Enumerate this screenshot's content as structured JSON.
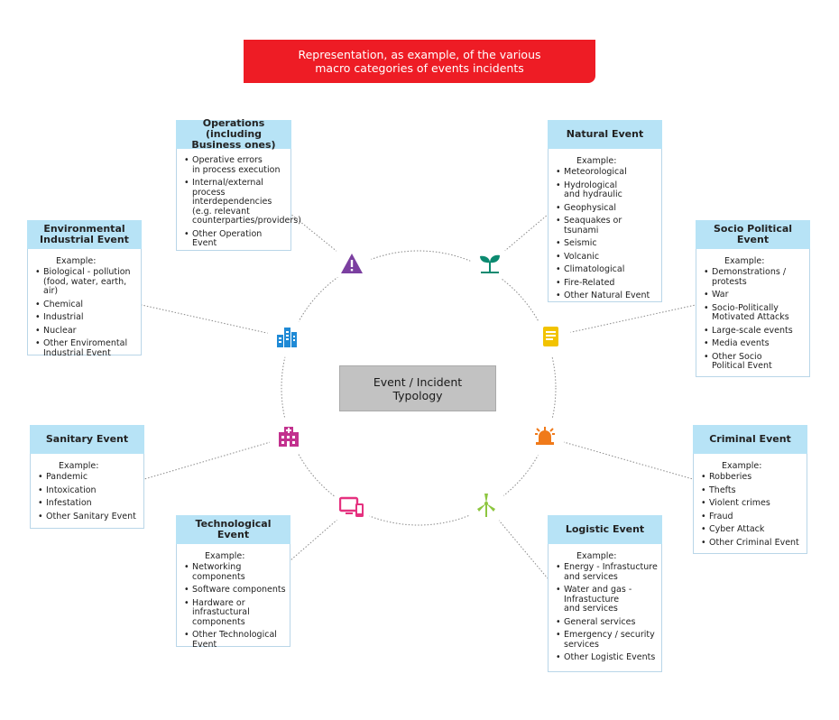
{
  "banner": {
    "title": "Representation, as example, of the various\nmacro categories of events incidents",
    "color": "#ee1c25"
  },
  "center": {
    "label": "Event / Incident\nTypology"
  },
  "categories": [
    {
      "id": "operations",
      "title": "Operations (including\nBusiness ones)",
      "example": "",
      "items": [
        "Operative errors\nin process execution",
        "Internal/external process\ninterdependencies\n(e.g. relevant\ncounterparties/providers)",
        "Other Operation Event"
      ],
      "icon": "warning-icon",
      "icon_color": "#7b3fa0"
    },
    {
      "id": "natural",
      "title": "Natural Event",
      "example": "Example:",
      "items": [
        "Meteorological",
        "Hydrological\nand hydraulic",
        "Geophysical",
        "Seaquakes or tsunami",
        "Seismic",
        "Volcanic",
        "Climatological",
        "Fire-Related",
        "Other Natural Event"
      ],
      "icon": "plant-icon",
      "icon_color": "#0b8a70"
    },
    {
      "id": "environmental",
      "title": "Environmental\nIndustrial Event",
      "example": "Example:",
      "items": [
        "Biological - pollution\n(food, water, earth, air)",
        "Chemical",
        "Industrial",
        "Nuclear",
        "Other Enviromental\nIndustrial Event"
      ],
      "icon": "industry-buildings-icon",
      "icon_color": "#1f8ad6"
    },
    {
      "id": "socio",
      "title": "Socio Political Event",
      "example": "Example:",
      "items": [
        "Demonstrations /\nprotests",
        "War",
        "Socio-Politically\nMotivated Attacks",
        "Large-scale events",
        "Media events",
        "Other Socio\nPolitical Event"
      ],
      "icon": "document-icon",
      "icon_color": "#f2c300"
    },
    {
      "id": "sanitary",
      "title": "Sanitary Event",
      "example": "Example:",
      "items": [
        "Pandemic",
        "Intoxication",
        "Infestation",
        "Other Sanitary Event"
      ],
      "icon": "hospital-icon",
      "icon_color": "#c2318e"
    },
    {
      "id": "criminal",
      "title": "Criminal Event",
      "example": "Example:",
      "items": [
        "Robberies",
        "Thefts",
        "Violent crimes",
        "Fraud",
        "Cyber Attack",
        "Other Criminal Event"
      ],
      "icon": "siren-icon",
      "icon_color": "#f07a1a"
    },
    {
      "id": "technological",
      "title": "Technological Event",
      "example": "Example:",
      "items": [
        "Networking components",
        "Software components",
        "Hardware or\ninfrastuctural\ncomponents",
        "Other Technological\nEvent"
      ],
      "icon": "devices-icon",
      "icon_color": "#e5317f"
    },
    {
      "id": "logistic",
      "title": "Logistic Event",
      "example": "Example:",
      "items": [
        "Energy - Infrastucture\nand services",
        "Water and gas -\nInfrastucture\nand services",
        "General services",
        "Emergency / security\nservices",
        "Other Logistic Events"
      ],
      "icon": "wind-turbine-icon",
      "icon_color": "#8dc63f"
    }
  ]
}
